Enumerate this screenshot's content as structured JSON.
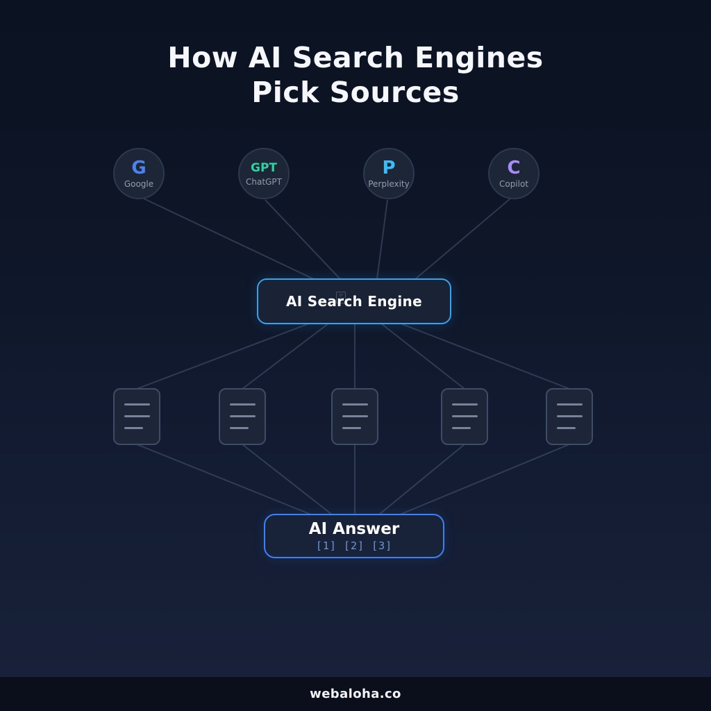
{
  "title": {
    "line1": "How AI Search Engines",
    "line2": "Pick Sources"
  },
  "engines": [
    {
      "letter": "G",
      "name": "Google",
      "color": "#4b82f0"
    },
    {
      "letter": "GPT",
      "name": "ChatGPT",
      "color": "#2dd4a0"
    },
    {
      "letter": "P",
      "name": "Perplexity",
      "color": "#38bdf8"
    },
    {
      "letter": "C",
      "name": "Copilot",
      "color": "#a78bfa"
    }
  ],
  "engine_box": {
    "label": "AI Search Engine",
    "border_color": "#36a3ee",
    "missing_glyph_hex_top": "1F",
    "missing_glyph_hex_bottom": "50D"
  },
  "sources": {
    "document_count": 5
  },
  "answer_box": {
    "label": "AI Answer",
    "citations": "[1]  [2]  [3]",
    "border_color": "#3b82f6"
  },
  "footer": {
    "text": "webaloha.co"
  },
  "colors": {
    "background_top": "#0b1322",
    "background_bottom": "#182139",
    "connector_line": "#4a5872",
    "footer_band": "#0a0f1b"
  }
}
